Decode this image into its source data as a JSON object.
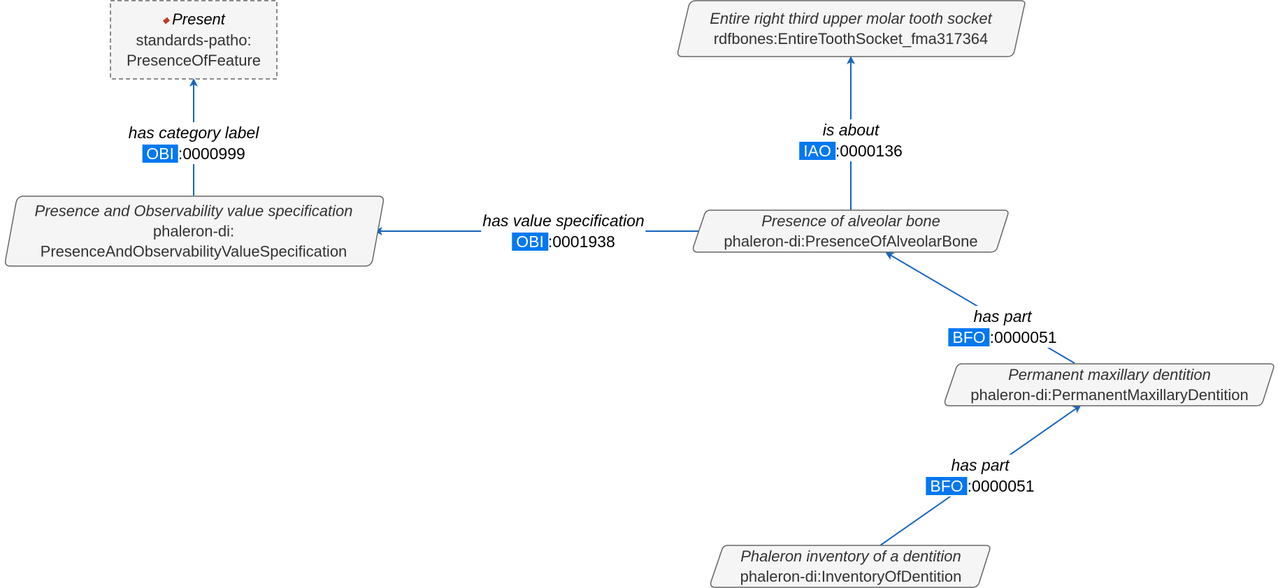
{
  "colors": {
    "edge": "#1565c0",
    "badge": "#0078f0",
    "node_fill": "#f5f5f5",
    "node_stroke": "#666666"
  },
  "nodes": {
    "present": {
      "title": "Present",
      "line2": "standards-patho:",
      "line3": "PresenceOfFeature"
    },
    "socket": {
      "title": "Entire right third upper molar tooth socket",
      "line2": "rdfbones:EntireToothSocket_fma317364"
    },
    "valuespec": {
      "title": "Presence and Observability value specification",
      "line2": "phaleron-di:",
      "line3": "PresenceAndObservabilityValueSpecification"
    },
    "alveolar": {
      "title": "Presence of alveolar bone",
      "line2": "phaleron-di:PresenceOfAlveolarBone"
    },
    "dentition": {
      "title": "Permanent maxillary dentition",
      "line2": "phaleron-di:PermanentMaxillaryDentition"
    },
    "inventory": {
      "title": "Phaleron inventory of a dentition",
      "line2": "phaleron-di:InventoryOfDentition"
    }
  },
  "edges": {
    "category": {
      "property": "has category label",
      "prefix": "OBI",
      "id": ":0000999"
    },
    "about": {
      "property": "is about",
      "prefix": "IAO",
      "id": ":0000136"
    },
    "valuespec": {
      "property": "has value specification",
      "prefix": "OBI",
      "id": ":0001938"
    },
    "haspart1": {
      "property": "has part",
      "prefix": "BFO",
      "id": ":0000051"
    },
    "haspart2": {
      "property": "has part",
      "prefix": "BFO",
      "id": ":0000051"
    }
  }
}
